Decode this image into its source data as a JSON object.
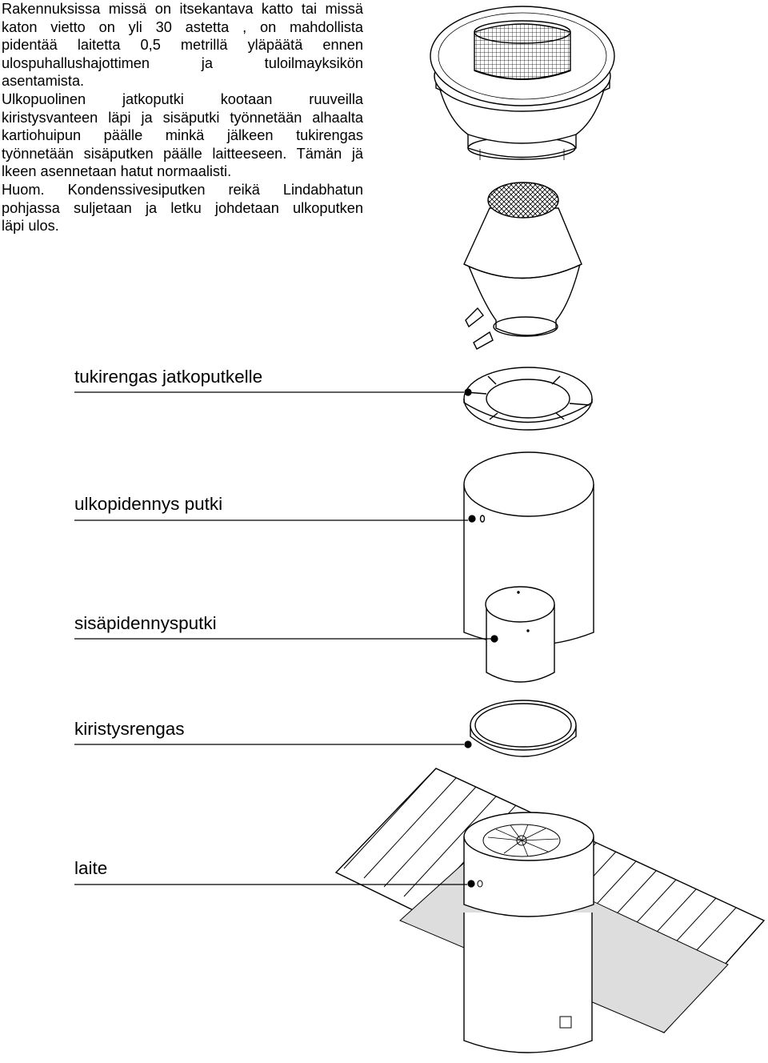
{
  "intro": {
    "lines": [
      "Rakennuksissa missä on itsekantava katto tai missä",
      "katon vietto on yli 30 astetta , on mahdollista",
      "pidentää laitetta 0,5 metrillä yläpäätä ennen",
      "ulospuhallushajottimen ja tuloilmayksikön",
      "asentamista.",
      "Ulkopuolinen jatkoputki kootaan ruuveilla",
      "kiristysvanteen läpi ja sisäputki työnnetään alhaalta",
      "kartiohuipun päälle minkä jälkeen tukirengas",
      "työnnetään sisäputken päälle laitteeseen. Tämän jä",
      "lkeen asennetaan hatut normaalisti.",
      "Huom. Kondenssivesiputken reikä Lindabhatun",
      "pohjassa suljetaan ja letku johdetaan ulkoputken",
      "läpi ulos."
    ]
  },
  "labels": {
    "support_ring": "tukirengas jatkoputkelle",
    "outer_extension": "ulkopidennys putki",
    "inner_extension": "sisäpidennysputki",
    "clamp_ring": "kiristysrengas",
    "unit": "laite"
  }
}
